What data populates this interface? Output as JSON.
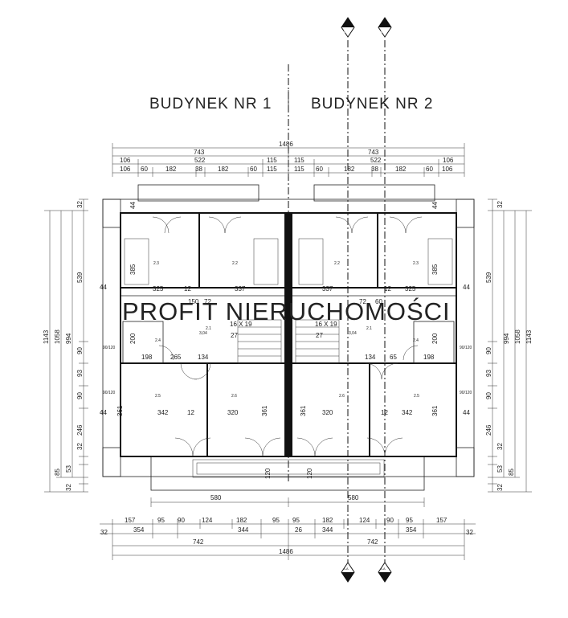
{
  "buildings": {
    "left": "BUDYNEK NR 1",
    "right": "BUDYNEK NR 2"
  },
  "watermark": "PROFIT NIERUCHOMOŚCI",
  "axis_markers": {
    "top": [
      "A-A",
      "A-A"
    ],
    "bottom": [
      "A-A",
      "A-A"
    ]
  },
  "top_dims": {
    "row1": [
      "1486"
    ],
    "row2": [
      "743",
      "743"
    ],
    "row3": [
      "106",
      "522",
      "115",
      "115",
      "522",
      "106"
    ],
    "row4": [
      "106",
      "60",
      "182",
      "38",
      "182",
      "60",
      "115",
      "115",
      "60",
      "182",
      "38",
      "182",
      "60",
      "106"
    ]
  },
  "bottom_dims": {
    "row1": [
      "580",
      "580"
    ],
    "row2": [
      "157",
      "95",
      "90",
      "124",
      "182",
      "95",
      "95",
      "182",
      "124",
      "90",
      "95",
      "157"
    ],
    "row3": [
      "32",
      "354",
      "344",
      "26",
      "344",
      "354",
      "32"
    ],
    "row4": [
      "742",
      "742"
    ],
    "row5": [
      "1486"
    ]
  },
  "left_dims": {
    "outer": [
      "1143"
    ],
    "mid": [
      "1058"
    ],
    "inner": [
      "994"
    ],
    "chain": [
      "32",
      "539",
      "90",
      "93",
      "90",
      "246",
      "32",
      "53",
      "85",
      "32"
    ]
  },
  "right_dims": {
    "outer": [
      "1143"
    ],
    "mid": [
      "1058"
    ],
    "inner": [
      "994"
    ],
    "chain": [
      "32",
      "539",
      "90",
      "93",
      "90",
      "246",
      "32",
      "53",
      "85",
      "32"
    ]
  },
  "rooms": {
    "b1": [
      "2.3",
      "2.2",
      "2.1",
      "2.4",
      "2.5",
      "2.6"
    ],
    "b2": [
      "2.2",
      "2.3",
      "2.1",
      "2.4",
      "2.6",
      "2.5"
    ]
  },
  "interior_dims": {
    "b1_upper": [
      "44",
      "325",
      "12",
      "337"
    ],
    "b1_lower": [
      "44",
      "342",
      "12",
      "320"
    ],
    "b2_upper": [
      "337",
      "12",
      "325",
      "44"
    ],
    "b2_lower": [
      "320",
      "12",
      "342",
      "44"
    ],
    "b1_vert": [
      "385",
      "361",
      "361",
      "44"
    ],
    "b2_vert": [
      "385",
      "361",
      "361",
      "44"
    ],
    "b1_misc": [
      "198",
      "265",
      "134",
      "200",
      "150",
      "72",
      "16 X 19",
      "27",
      "3,04"
    ],
    "b2_misc": [
      "134",
      "65",
      "198",
      "200",
      "72",
      "60",
      "16 X 19",
      "27",
      "3,04"
    ],
    "window_labels": [
      "90/120",
      "90/120",
      "90/120",
      "90/120"
    ],
    "bottom_misc": [
      "120",
      "120"
    ]
  },
  "colors": {
    "line": "#222222",
    "watermark": "#d6d6d6",
    "background": "#ffffff"
  }
}
